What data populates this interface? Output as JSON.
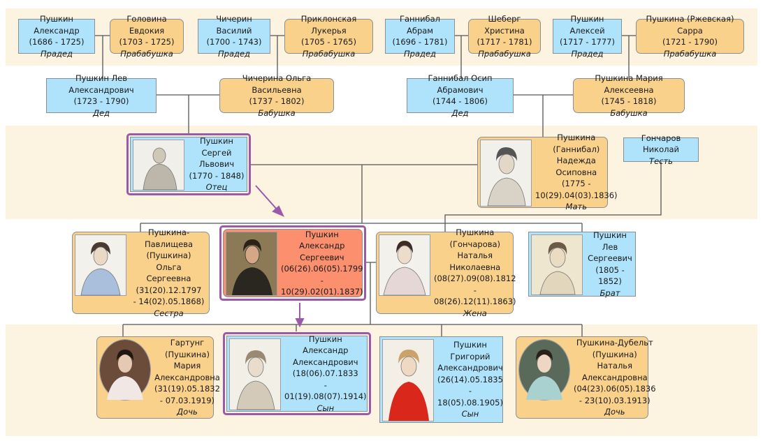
{
  "persons": {
    "p1": {
      "name": "Пушкин Александр",
      "years": "(1686 - 1725)",
      "role": "Прадед"
    },
    "p2": {
      "name": "Головина Евдокия",
      "years": "(1703 - 1725)",
      "role": "Прабабушка"
    },
    "p3": {
      "name": "Чичерин Василий",
      "years": "(1700 - 1743)",
      "role": "Прадед"
    },
    "p4": {
      "name": "Приклонская Лукерья",
      "years": "(1705 - 1765)",
      "role": "Прабабушка"
    },
    "p5": {
      "name": "Ганнибал Абрам",
      "years": "(1696 - 1781)",
      "role": "Прадед"
    },
    "p6": {
      "name": "Шеберг Христина",
      "years": "(1717 - 1781)",
      "role": "Прабабушка"
    },
    "p7": {
      "name": "Пушкин Алексей",
      "years": "(1717 - 1777)",
      "role": "Прадед"
    },
    "p8": {
      "name": "Пушкина (Ржевская) Сарра",
      "years": "(1721 - 1790)",
      "role": "Прабабушка"
    },
    "g1": {
      "name": "Пушкин Лев Александрович",
      "years": "(1723 - 1790)",
      "role": "Дед"
    },
    "g2": {
      "name": "Чичерина Ольга Васильевна",
      "years": "(1737 - 1802)",
      "role": "Бабушка"
    },
    "g3": {
      "name": "Ганнибал Осип Абрамович",
      "years": "(1744 - 1806)",
      "role": "Дед"
    },
    "g4": {
      "name": "Пушкина Мария Алексеевна",
      "years": "(1745 - 1818)",
      "role": "Бабушка"
    },
    "father": {
      "l1": "Пушкин Сергей",
      "l2": "Львович",
      "l3": "(1770 - 1848)",
      "role": "Отец"
    },
    "mother": {
      "l1": "Пушкина",
      "l2": "(Ганнибал)",
      "l3": "Надежда Осиповна",
      "l4": "(1775 -",
      "l5": "10(29).04(03).1836)",
      "role": "Мать"
    },
    "tesc": {
      "name": "Гончаров Николай",
      "role": "Тесть"
    },
    "sister": {
      "l1": "Пушкина-Павлищева",
      "l2": "(Пушкина)",
      "l3": "Ольга",
      "l4": "Сергеевна",
      "l5": "(31(20).12.1797",
      "l6": "- 14(02).05.1868)",
      "role": "Сестра"
    },
    "self": {
      "l1": "Пушкин",
      "l2": "Александр",
      "l3": "Сергеевич",
      "l4": "(06(26).06(05).1799",
      "l5": "- 10(29).02(01).1837)"
    },
    "wife": {
      "l1": "Пушкина",
      "l2": "(Гончарова)",
      "l3": "Наталья",
      "l4": "Николаевна",
      "l5": "(08(27).09(08).1812",
      "l6": "- 08(26).12(11).1863)",
      "role": "Жена"
    },
    "brother": {
      "l1": "Пушкин Лев",
      "l2": "Сергеевич",
      "l3": "(1805 - 1852)",
      "role": "Брат"
    },
    "c1": {
      "l1": "Гартунг",
      "l2": "(Пушкина)",
      "l3": "Мария",
      "l4": "Александровна",
      "l5": "(31(19).05.1832",
      "l6": "- 07.03.1919)",
      "role": "Дочь"
    },
    "c2": {
      "l1": "Пушкин",
      "l2": "Александр",
      "l3": "Александрович",
      "l4": "(18(06).07.1833",
      "l5": "- 01(19).08(07).1914)",
      "role": "Сын"
    },
    "c3": {
      "l1": "Пушкин",
      "l2": "Григорий",
      "l3": "Александрович",
      "l4": "(26(14).05.1835",
      "l5": "- 18(05).08.1905)",
      "role": "Сын"
    },
    "c4": {
      "l1": "Пушкина-Дубельт",
      "l2": "(Пушкина)",
      "l3": "Наталья",
      "l4": "Александровна",
      "l5": "(04(23).06(05).1836",
      "l6": "- 23(10).03.1913)",
      "role": "Дочь"
    }
  },
  "colors": {
    "male": "#aee3fb",
    "female": "#fad18a",
    "focus": "#fb8f6e",
    "highlight": "#9b5aa8",
    "band": "#fdf3e1",
    "line": "#555555"
  }
}
